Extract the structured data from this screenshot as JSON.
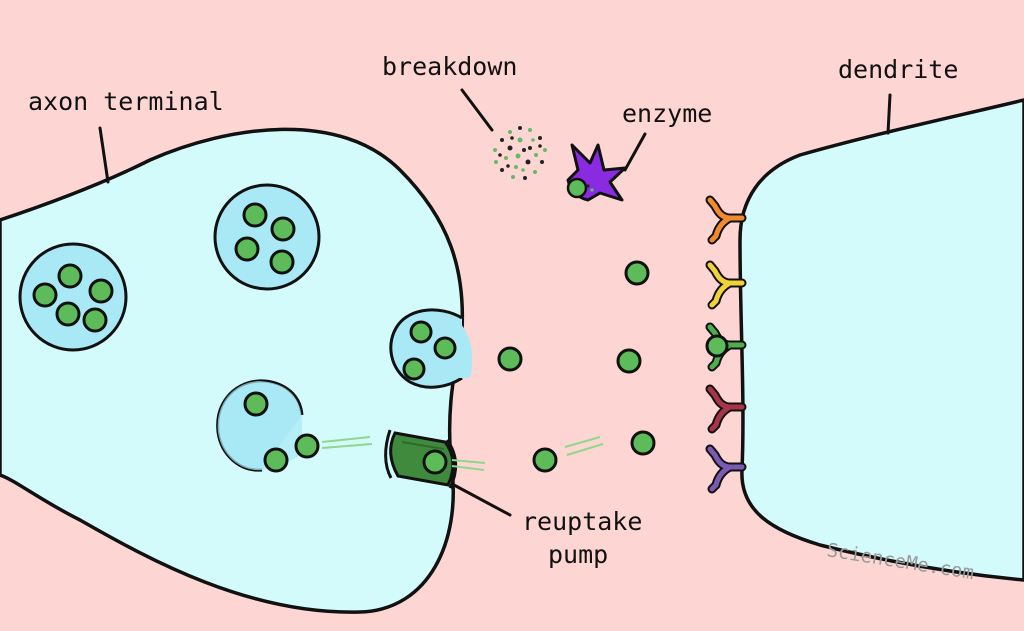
{
  "labels": {
    "axon_terminal": "axon terminal",
    "dendrite": "dendrite",
    "breakdown": "breakdown",
    "enzyme": "enzyme",
    "reuptake_line1": "reuptake",
    "reuptake_line2": "pump"
  },
  "watermark": "ScienceMe.com",
  "colors": {
    "background": "#fdd6d3",
    "cell_fill": "#d4fbfb",
    "vesicle_fill": "#a9e8f5",
    "neurotransmitter": "#5dbb5a",
    "enzyme": "#8a2be2",
    "reuptake_pump": "#3f8a3c",
    "receptors": [
      "#f08a2c",
      "#f2d23a",
      "#4fae4c",
      "#a8344a",
      "#7a5bb3"
    ]
  }
}
